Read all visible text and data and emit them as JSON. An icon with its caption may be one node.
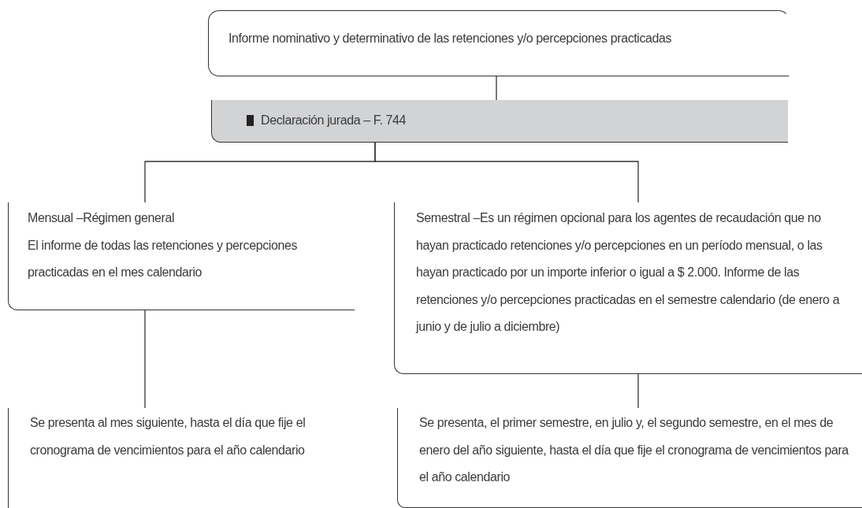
{
  "diagram": {
    "nodes": [
      {
        "text": [
          "Informe nominativo y determinativo de las retenciones y/o percepciones practicadas"
        ]
      },
      {
        "text": [
          "Declaración jurada – F. 744"
        ]
      },
      {
        "text": [
          "Mensual –Régimen general",
          "El informe de todas las retenciones y percepciones practicadas en el mes calendario"
        ]
      },
      {
        "text": [
          "Semestral –Es un régimen opcional para los agentes de recaudación que no hayan practicado retenciones y/o percepciones en un período mensual, o las hayan practicado por un importe inferior o igual a $ 2.000. Informe de las retenciones y/o percepciones practicadas en el semestre calendario (de enero a junio y de julio a diciembre)"
        ]
      },
      {
        "text": [
          "Se presenta al mes siguiente, hasta el día que fije el cronograma de vencimientos para el año calendario"
        ]
      },
      {
        "text": [
          "Se presenta, el primer semestre, en julio y, el segundo semestre, en el mes de enero del año siguiente, hasta el día que fije el cronograma de vencimientos para el año calendario"
        ]
      }
    ],
    "edges": [
      {
        "from": 0,
        "to": 1,
        "arrow": "none"
      },
      {
        "from": 1,
        "to": 2,
        "arrow": "none"
      },
      {
        "from": 1,
        "to": 3,
        "arrow": "none"
      },
      {
        "from": 2,
        "to": 4,
        "arrow": "none"
      },
      {
        "from": 3,
        "to": 5,
        "arrow": "none"
      }
    ]
  }
}
